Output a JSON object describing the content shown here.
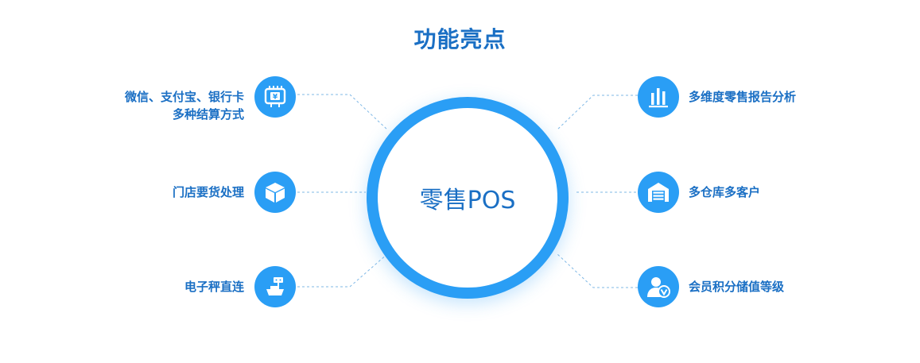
{
  "title": "功能亮点",
  "hub": {
    "label": "零售POS"
  },
  "left_features": [
    {
      "line1": "微信、支付宝、银行卡",
      "line2": "多种结算方式",
      "icon": "payment-terminal-icon"
    },
    {
      "line1": "门店要货处理",
      "icon": "package-box-icon"
    },
    {
      "line1": "电子秤直连",
      "icon": "electronic-scale-icon"
    }
  ],
  "right_features": [
    {
      "line1": "多维度零售报告分析",
      "icon": "bar-chart-icon"
    },
    {
      "line1": "多仓库多客户",
      "icon": "warehouse-icon"
    },
    {
      "line1": "会员积分储值等级",
      "icon": "vip-member-icon"
    }
  ],
  "colors": {
    "accent": "#2a9ef5",
    "text": "#1a6fc4",
    "connector": "#7fb8e6"
  }
}
